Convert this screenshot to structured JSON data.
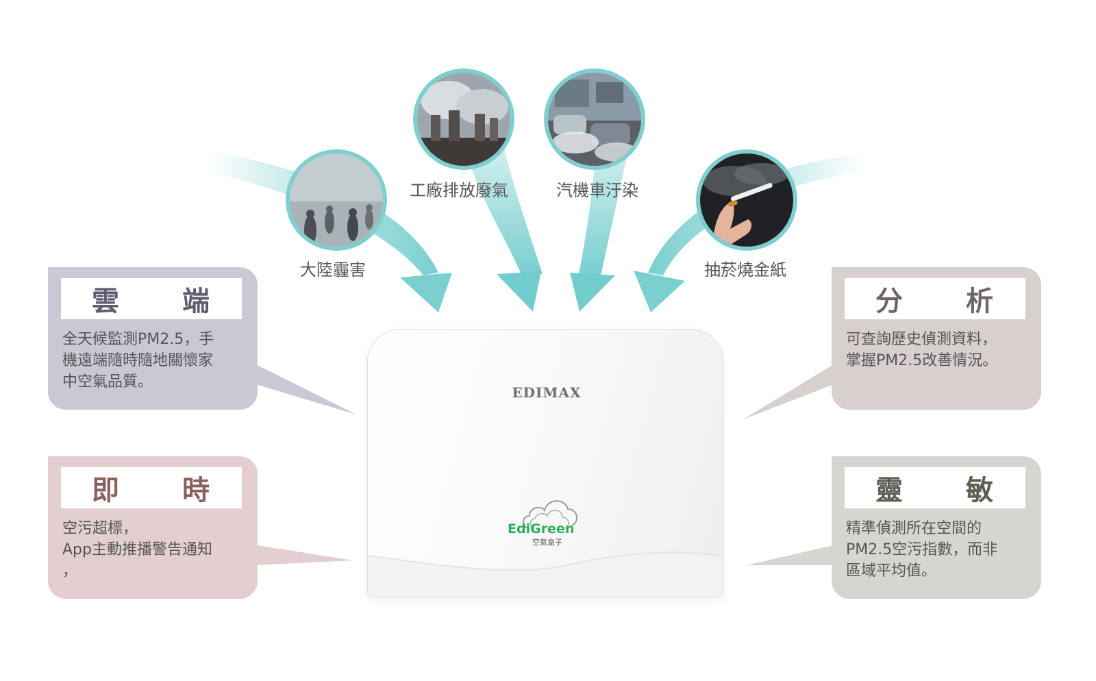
{
  "colors": {
    "arrow_teal": "#6ccaca",
    "photo_ring": "#7fcfcf",
    "card_cloud": "#c9c9d6",
    "card_cloud_title": "#5e5e72",
    "card_realtime": "#e3cfcf",
    "card_realtime_title": "#8c5f5f",
    "card_analysis": "#d7d0ce",
    "card_analysis_title": "#6e6565",
    "card_sensitive": "#d6d5cf",
    "card_sensitive_title": "#5f5e56",
    "edigreen_green": "#2fae5a"
  },
  "sources": [
    {
      "label": "大陸霾害",
      "icon": "smog-crowd-photo"
    },
    {
      "label": "工廠排放廢氣",
      "icon": "factory-smokestack-photo"
    },
    {
      "label": "汽機車汙染",
      "icon": "car-exhaust-photo"
    },
    {
      "label": "抽菸燒金紙",
      "icon": "cigarette-smoke-photo"
    }
  ],
  "cards": {
    "cloud": {
      "title": [
        "雲",
        "端"
      ],
      "desc": "全天候監測PM2.5，手\n機遠端隨時隨地關懷家\n中空氣品質。"
    },
    "realtime": {
      "title": [
        "即",
        "時"
      ],
      "desc": "空污超標，\nApp主動推播警告通知\n，"
    },
    "analysis": {
      "title": [
        "分",
        "析"
      ],
      "desc": "可查詢歷史偵測資料，\n掌握PM2.5改善情況。"
    },
    "sensitive": {
      "title": [
        "靈",
        "敏"
      ],
      "desc": "精準偵測所在空間的\nPM2.5空污指數，而非\n區域平均值。"
    }
  },
  "device": {
    "brand": "EDIMAX",
    "product_name": "EdiGreen",
    "product_subtitle": "空氣盒子"
  }
}
